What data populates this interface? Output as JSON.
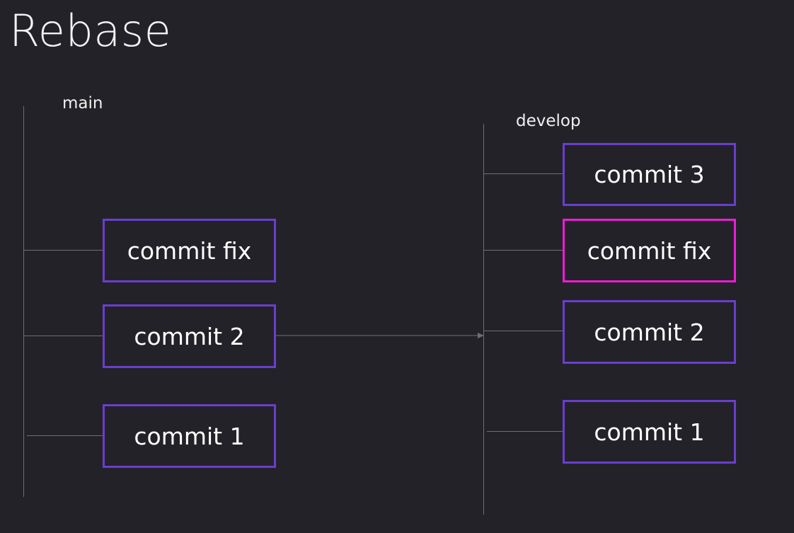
{
  "title": "Rebase",
  "branches": {
    "main": {
      "label": "main",
      "commits": [
        "commit fix",
        "commit 2",
        "commit 1"
      ]
    },
    "develop": {
      "label": "develop",
      "commits": [
        "commit 3",
        "commit fix",
        "commit 2",
        "commit 1"
      ]
    }
  },
  "colors": {
    "background": "#232228",
    "commit_border": "#6a3ecf",
    "highlight_border": "#f01bd9",
    "line": "#6f6f73"
  }
}
